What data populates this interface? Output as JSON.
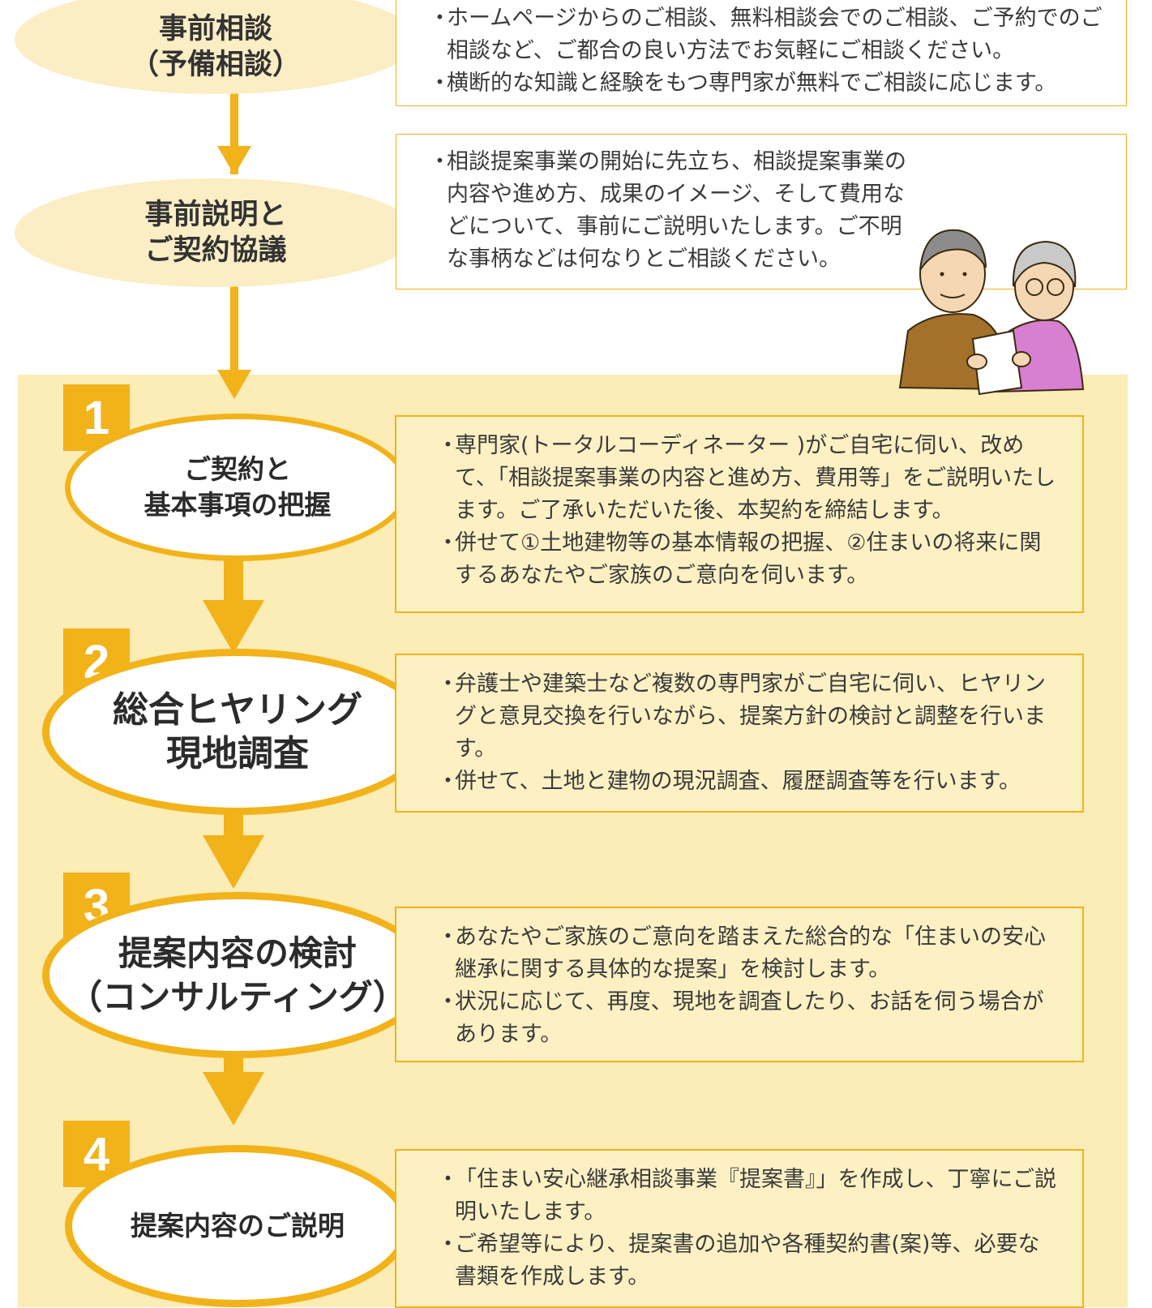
{
  "colors": {
    "accent": "#f2b21a",
    "band": "#fcecb6",
    "pre_ellipse": "#fbeec5"
  },
  "pre_steps": [
    {
      "title": [
        "事前相談",
        "（予備相談）"
      ],
      "bullets": [
        "ホームページからのご相談、無料相談会でのご相談、ご予約でのご相談など、ご都合の良い方法でお気軽にご相談ください。",
        "横断的な知識と経験をもつ専門家が無料でご相談に応じます。"
      ]
    },
    {
      "title": [
        "事前説明と",
        "ご契約協議"
      ],
      "bullets": [
        "相談提案事業の開始に先立ち、相談提案事業の内容や進め方、成果のイメージ、そして費用などについて、事前にご説明いたします。ご不明な事柄などは何なりとご相談ください。"
      ]
    }
  ],
  "steps": [
    {
      "number": "1",
      "title": [
        "ご契約と",
        "基本事項の把握"
      ],
      "bullets": [
        "専門家(トータルコーディネーター )がご自宅に伺い、改めて、「相談提案事業の内容と進め方、費用等」をご説明いたします。ご了承いただいた後、本契約を締結します。",
        "併せて①土地建物等の基本情報の把握、②住まいの将来に関するあなたやご家族のご意向を伺います。"
      ]
    },
    {
      "number": "2",
      "title": [
        "総合ヒヤリング",
        "現地調査"
      ],
      "bullets": [
        "弁護士や建築士など複数の専門家がご自宅に伺い、ヒヤリングと意見交換を行いながら、提案方針の検討と調整を行います。",
        "併せて、土地と建物の現況調査、履歴調査等を行います。"
      ]
    },
    {
      "number": "3",
      "title": [
        "提案内容の検討",
        "（コンサルティング）"
      ],
      "bullets": [
        "あなたやご家族のご意向を踏まえた総合的な「住まいの安心継承に関する具体的な提案」を検討します。",
        "状況に応じて、再度、現地を調査したり、お話を伺う場合があります。"
      ]
    },
    {
      "number": "4",
      "title": [
        "提案内容のご説明"
      ],
      "bullets": [
        "「住まい安心継承相談事業『提案書』」を作成し、丁寧にご説明いたします。",
        "ご希望等により、提案書の追加や各種契約書(案)等、必要な書類を作成します。"
      ]
    }
  ]
}
